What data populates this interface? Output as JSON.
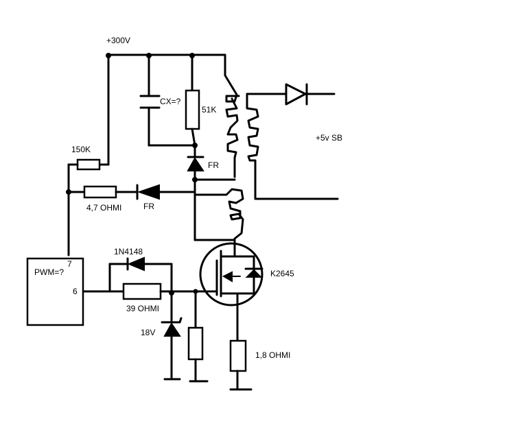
{
  "labels": {
    "v300": "+300V",
    "cx": "CX=?",
    "r51k": "51K",
    "r150k": "150K",
    "fr_top": "FR",
    "r4_7": "4,7 OHMI",
    "fr_left": "FR",
    "sb5v": "+5v SB",
    "d1n4148": "1N4148",
    "pwm": "PWM=?",
    "pin7": "7",
    "pin6": "6",
    "r39": "39 OHMI",
    "z18v": "18V",
    "mosfet": "K2645",
    "r1_8": "1,8 OHMI"
  }
}
